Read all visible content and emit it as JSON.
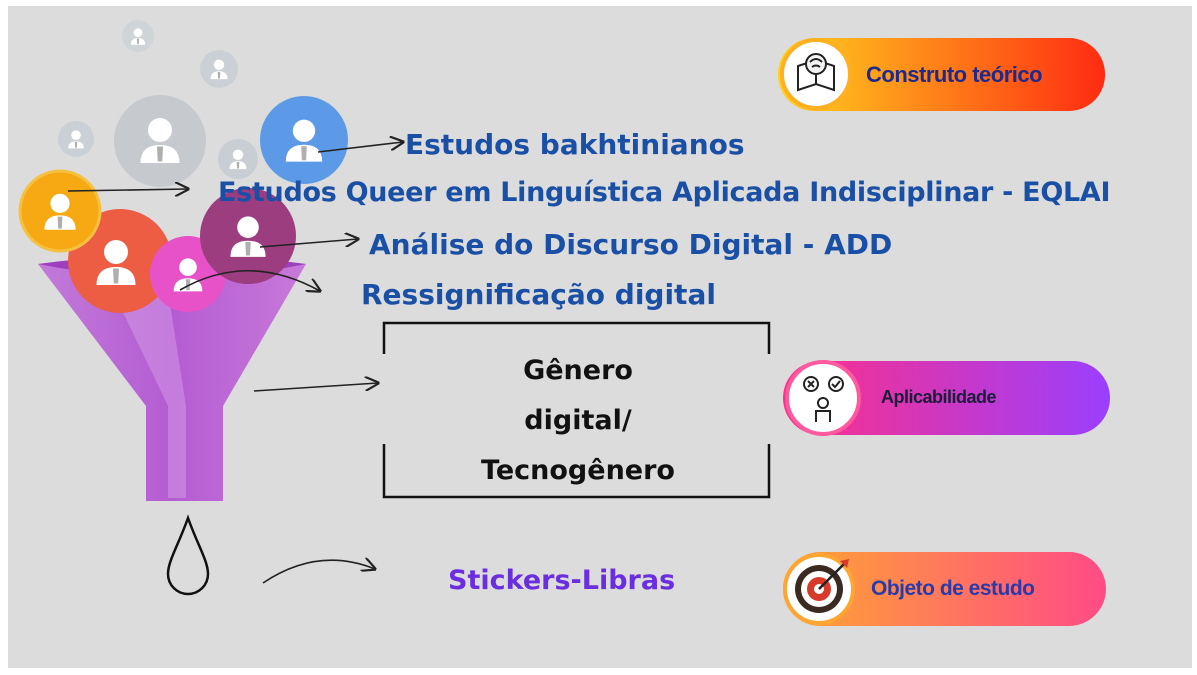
{
  "labels": {
    "bakhtin": "Estudos bakhtinianos",
    "queer": "Estudos Queer em Linguística Aplicada Indisciplinar - EQLAI",
    "add": "Análise do Discurso Digital - ADD",
    "ressig": "Ressignificação digital"
  },
  "central_box": {
    "lines": [
      "Gênero",
      "digital/",
      "Tecnogênero"
    ]
  },
  "output": "Stickers-Libras",
  "pills": {
    "construto": {
      "label": "Construto teórico",
      "icon": "brain-book-icon"
    },
    "aplicabilidade": {
      "label": "Aplicabilidade",
      "icon": "person-thinking-icon"
    },
    "objeto": {
      "label": "Objeto de estudo",
      "icon": "target-icon"
    }
  },
  "colors": {
    "label_blue": "#1a4fa6",
    "output_purple": "#6a2ee0",
    "funnel": "#c065d6",
    "pill_construto": [
      "#ffd21f",
      "#ff2b12"
    ],
    "pill_aplicabilidade": [
      "#ff2f86",
      "#9a3fff"
    ],
    "pill_objeto": [
      "#ffa532",
      "#ff4b86"
    ]
  }
}
